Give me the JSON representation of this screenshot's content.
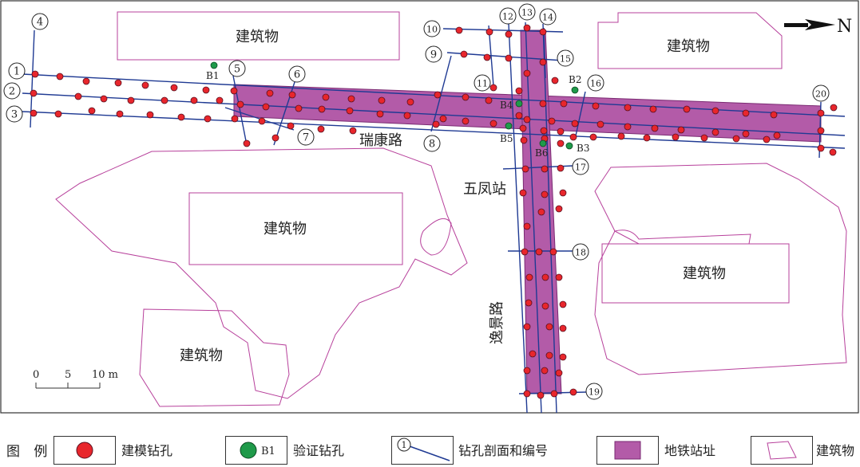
{
  "map": {
    "north_label": "N",
    "roads": {
      "ruikang": "瑞康路",
      "yijing": "逸景路"
    },
    "station_label": "五凤站",
    "buildings": [
      {
        "id": "b-top-left",
        "label": "建筑物"
      },
      {
        "id": "b-top-right",
        "label": "建筑物"
      },
      {
        "id": "b-mid-left",
        "label": "建筑物"
      },
      {
        "id": "b-mid-right",
        "label": "建筑物"
      },
      {
        "id": "b-bottom-left",
        "label": "建筑物"
      }
    ],
    "section_numbers": [
      "1",
      "2",
      "3",
      "4",
      "5",
      "6",
      "7",
      "8",
      "9",
      "10",
      "11",
      "12",
      "13",
      "14",
      "15",
      "16",
      "17",
      "18",
      "19",
      "20"
    ],
    "verification_holes": [
      "B1",
      "B2",
      "B3",
      "B4",
      "B5",
      "B6"
    ],
    "scale": {
      "ticks": [
        "0",
        "5",
        "10 m"
      ],
      "max_meters": 10
    },
    "colors": {
      "borehole": "#e8262c",
      "verification": "#1f9a4a",
      "section_line": "#1f3a93",
      "station_fill": "#b35ba8",
      "building_outline": "#b7409b"
    }
  },
  "legend": {
    "title": "图 例",
    "items": [
      {
        "symbol": "model-borehole",
        "label": "建模钻孔"
      },
      {
        "symbol": "verification-borehole",
        "symbol_text": "B1",
        "label": "验证钻孔"
      },
      {
        "symbol": "section-line",
        "symbol_text": "1",
        "label": "钻孔剖面和编号"
      },
      {
        "symbol": "station-site",
        "label": "地铁站址"
      },
      {
        "symbol": "building",
        "label": "建筑物"
      }
    ]
  }
}
